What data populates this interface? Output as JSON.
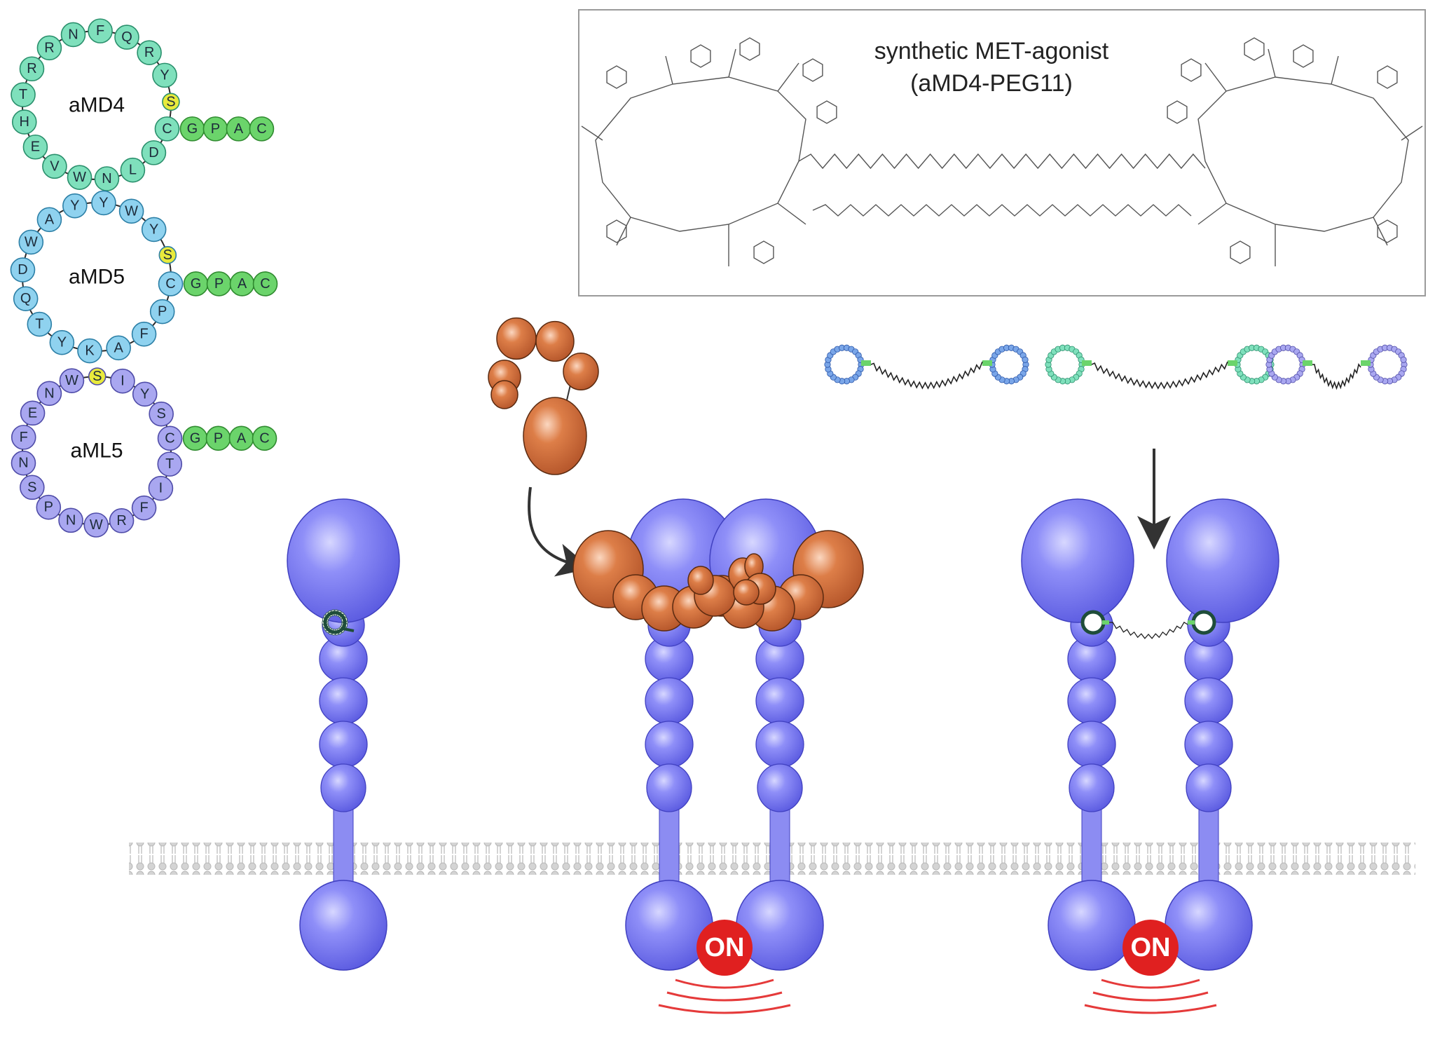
{
  "peptides": [
    {
      "label": "aMD4",
      "fill": "#7fe0bc",
      "stroke": "#2a8f6c",
      "ring": [
        "R",
        "N",
        "F",
        "Q",
        "R",
        "Y",
        "S",
        "C",
        "D",
        "L",
        "N",
        "W",
        "V",
        "E",
        "H",
        "T",
        "R"
      ],
      "tail": [
        "G",
        "P",
        "A",
        "C"
      ]
    },
    {
      "label": "aMD5",
      "fill": "#8fd2ef",
      "stroke": "#2c7fa6",
      "ring": [
        "A",
        "Y",
        "Y",
        "W",
        "Y",
        "S",
        "C",
        "P",
        "F",
        "A",
        "K",
        "Y",
        "T",
        "Q",
        "D",
        "W"
      ],
      "tail": [
        "G",
        "P",
        "A",
        "C"
      ]
    },
    {
      "label": "aML5",
      "fill": "#a9a7f0",
      "stroke": "#4f4ca8",
      "ring": [
        "N",
        "W",
        "S",
        "I",
        "Y",
        "S",
        "C",
        "T",
        "I",
        "F",
        "R",
        "W",
        "N",
        "P",
        "S",
        "N",
        "F",
        "E"
      ],
      "tail": [
        "G",
        "P",
        "A",
        "C"
      ]
    }
  ],
  "agonist_box": {
    "title_line1": "synthetic MET-agonist",
    "title_line2": "(aMD4-PEG11)"
  },
  "receptor": {
    "status_label": "ON",
    "status_color": "#e02020",
    "receptor_color": "#7b7bf5",
    "ligand_color": "#d9753f"
  },
  "colors": {
    "serine_yellow": "#e8ea3c",
    "tail_green": "#6bd46b",
    "membrane": "#c8c8c8"
  }
}
